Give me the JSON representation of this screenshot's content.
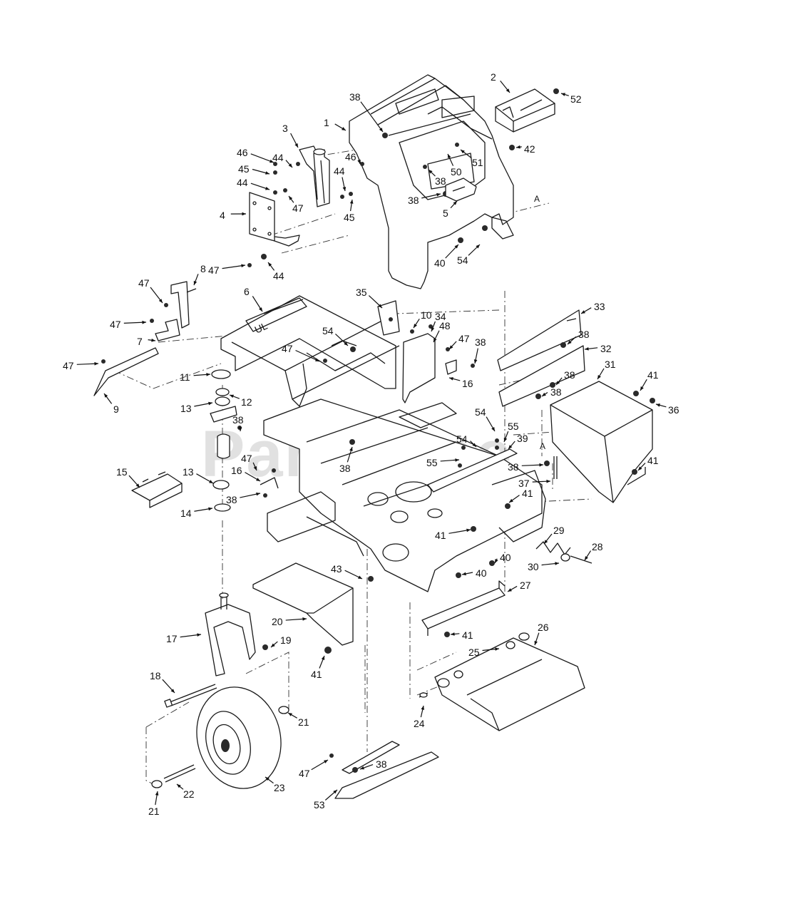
{
  "watermark": "PartsTree",
  "reference_marks": [
    "A",
    "A"
  ],
  "callouts": [
    {
      "id": "c1",
      "text": "1"
    },
    {
      "id": "c2",
      "text": "2"
    },
    {
      "id": "c3",
      "text": "3"
    },
    {
      "id": "c4",
      "text": "4"
    },
    {
      "id": "c5",
      "text": "5"
    },
    {
      "id": "c6",
      "text": "6"
    },
    {
      "id": "c7",
      "text": "7"
    },
    {
      "id": "c8",
      "text": "8"
    },
    {
      "id": "c9",
      "text": "9"
    },
    {
      "id": "c10",
      "text": "10"
    },
    {
      "id": "c11",
      "text": "11"
    },
    {
      "id": "c12",
      "text": "12"
    },
    {
      "id": "c13a",
      "text": "13"
    },
    {
      "id": "c13b",
      "text": "13"
    },
    {
      "id": "c14",
      "text": "14"
    },
    {
      "id": "c15",
      "text": "15"
    },
    {
      "id": "c16a",
      "text": "16"
    },
    {
      "id": "c16b",
      "text": "16"
    },
    {
      "id": "c17",
      "text": "17"
    },
    {
      "id": "c18",
      "text": "18"
    },
    {
      "id": "c19",
      "text": "19"
    },
    {
      "id": "c20",
      "text": "20"
    },
    {
      "id": "c21a",
      "text": "21"
    },
    {
      "id": "c21b",
      "text": "21"
    },
    {
      "id": "c22",
      "text": "22"
    },
    {
      "id": "c23",
      "text": "23"
    },
    {
      "id": "c24",
      "text": "24"
    },
    {
      "id": "c25",
      "text": "25"
    },
    {
      "id": "c26",
      "text": "26"
    },
    {
      "id": "c27",
      "text": "27"
    },
    {
      "id": "c28",
      "text": "28"
    },
    {
      "id": "c29",
      "text": "29"
    },
    {
      "id": "c30",
      "text": "30"
    },
    {
      "id": "c31",
      "text": "31"
    },
    {
      "id": "c32",
      "text": "32"
    },
    {
      "id": "c33",
      "text": "33"
    },
    {
      "id": "c34",
      "text": "34"
    },
    {
      "id": "c35",
      "text": "35"
    },
    {
      "id": "c36",
      "text": "36"
    },
    {
      "id": "c37",
      "text": "37"
    },
    {
      "id": "c38a",
      "text": "38"
    },
    {
      "id": "c38b",
      "text": "38"
    },
    {
      "id": "c38c",
      "text": "38"
    },
    {
      "id": "c38d",
      "text": "38"
    },
    {
      "id": "c38e",
      "text": "38"
    },
    {
      "id": "c38f",
      "text": "38"
    },
    {
      "id": "c38g",
      "text": "38"
    },
    {
      "id": "c38h",
      "text": "38"
    },
    {
      "id": "c38i",
      "text": "38"
    },
    {
      "id": "c38j",
      "text": "38"
    },
    {
      "id": "c38k",
      "text": "38"
    },
    {
      "id": "c38l",
      "text": "38"
    },
    {
      "id": "c38m",
      "text": "38"
    },
    {
      "id": "c39",
      "text": "39"
    },
    {
      "id": "c40a",
      "text": "40"
    },
    {
      "id": "c40b",
      "text": "40"
    },
    {
      "id": "c40c",
      "text": "40"
    },
    {
      "id": "c41a",
      "text": "41"
    },
    {
      "id": "c41b",
      "text": "41"
    },
    {
      "id": "c41c",
      "text": "41"
    },
    {
      "id": "c41d",
      "text": "41"
    },
    {
      "id": "c41e",
      "text": "41"
    },
    {
      "id": "c41f",
      "text": "41"
    },
    {
      "id": "c42",
      "text": "42"
    },
    {
      "id": "c43",
      "text": "43"
    },
    {
      "id": "c44a",
      "text": "44"
    },
    {
      "id": "c44b",
      "text": "44"
    },
    {
      "id": "c44c",
      "text": "44"
    },
    {
      "id": "c44d",
      "text": "44"
    },
    {
      "id": "c45a",
      "text": "45"
    },
    {
      "id": "c45b",
      "text": "45"
    },
    {
      "id": "c46a",
      "text": "46"
    },
    {
      "id": "c46b",
      "text": "46"
    },
    {
      "id": "c47a",
      "text": "47"
    },
    {
      "id": "c47b",
      "text": "47"
    },
    {
      "id": "c47c",
      "text": "47"
    },
    {
      "id": "c47d",
      "text": "47"
    },
    {
      "id": "c47e",
      "text": "47"
    },
    {
      "id": "c47f",
      "text": "47"
    },
    {
      "id": "c47g",
      "text": "47"
    },
    {
      "id": "c47h",
      "text": "47"
    },
    {
      "id": "c47i",
      "text": "47"
    },
    {
      "id": "c47j",
      "text": "47"
    },
    {
      "id": "c48",
      "text": "48"
    },
    {
      "id": "c50",
      "text": "50"
    },
    {
      "id": "c51",
      "text": "51"
    },
    {
      "id": "c52",
      "text": "52"
    },
    {
      "id": "c53",
      "text": "53"
    },
    {
      "id": "c54a",
      "text": "54"
    },
    {
      "id": "c54b",
      "text": "54"
    },
    {
      "id": "c54c",
      "text": "54"
    },
    {
      "id": "c54d",
      "text": "54"
    },
    {
      "id": "c55a",
      "text": "55"
    },
    {
      "id": "c55b",
      "text": "55"
    }
  ]
}
